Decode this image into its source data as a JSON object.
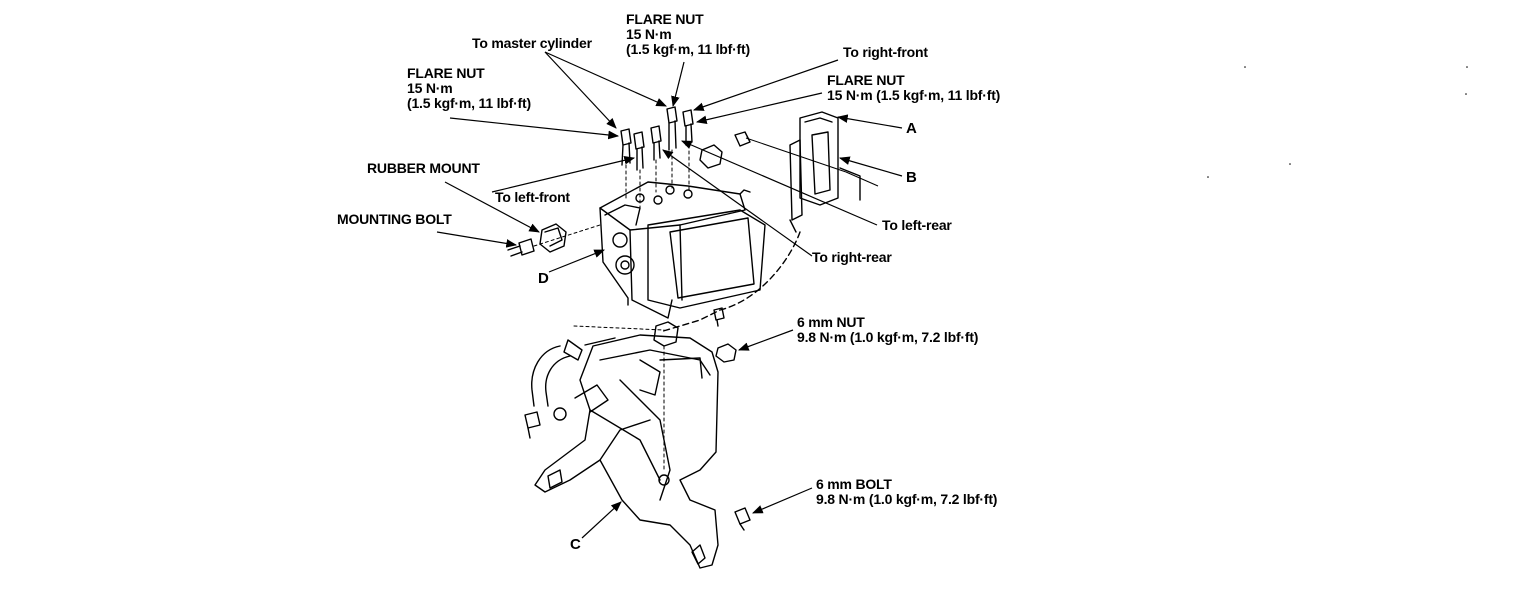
{
  "labels": {
    "flare_nut_top": {
      "title": "FLARE NUT",
      "torque": "15 N·m",
      "torque_alt": "(1.5 kgf·m, 11 lbf·ft)"
    },
    "to_master_cylinder": "To master cylinder",
    "to_right_front": "To right-front",
    "flare_nut_right": {
      "title": "FLARE NUT",
      "torque": "15 N·m (1.5 kgf·m, 11 lbf·ft)"
    },
    "flare_nut_left": {
      "title": "FLARE NUT",
      "torque": "15 N·m",
      "torque_alt": "(1.5 kgf·m, 11 lbf·ft)"
    },
    "rubber_mount": "RUBBER MOUNT",
    "to_left_front": "To left-front",
    "mounting_bolt": "MOUNTING BOLT",
    "to_left_rear": "To left-rear",
    "to_right_rear": "To right-rear",
    "nut_6mm": {
      "title": "6 mm NUT",
      "torque": "9.8 N·m (1.0 kgf·m, 7.2 lbf·ft)"
    },
    "bolt_6mm": {
      "title": "6 mm BOLT",
      "torque": "9.8 N·m (1.0 kgf·m, 7.2 lbf·ft)"
    },
    "letter_a": "A",
    "letter_b": "B",
    "letter_c": "C",
    "letter_d": "D"
  },
  "colors": {
    "ink": "#000000",
    "paper": "#ffffff"
  }
}
